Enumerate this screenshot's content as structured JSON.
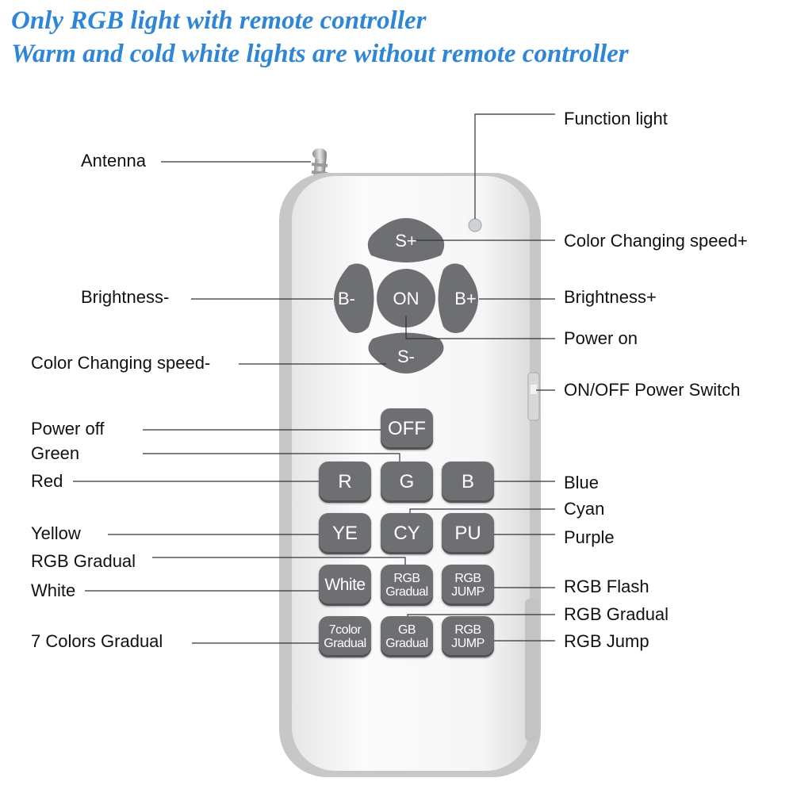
{
  "headings": {
    "line1": "Only RGB light with remote controller",
    "line2": "Warm and cold white lights are without remote controller"
  },
  "labels": {
    "antenna": "Antenna",
    "function_light": "Function light",
    "color_speed_plus": "Color Changing speed+",
    "brightness_minus": "Brightness-",
    "brightness_plus": "Brightness+",
    "power_on": "Power on",
    "color_speed_minus": "Color Changing speed-",
    "power_switch": "ON/OFF Power Switch",
    "power_off": "Power off",
    "green": "Green",
    "red": "Red",
    "blue": "Blue",
    "cyan": "Cyan",
    "yellow": "Yellow",
    "purple": "Purple",
    "rgb_gradual_left": "RGB Gradual",
    "white": "White",
    "rgb_flash": "RGB Flash",
    "rgb_gradual_right": "RGB Gradual",
    "seven_colors_gradual": "7 Colors Gradual",
    "rgb_jump": "RGB Jump"
  },
  "buttons": {
    "s_plus": "S+",
    "s_minus": "S-",
    "b_minus": "B-",
    "b_plus": "B+",
    "on": "ON",
    "off": "OFF",
    "r": "R",
    "g": "G",
    "b": "B",
    "ye": "YE",
    "cy": "CY",
    "pu": "PU",
    "white": "White",
    "rgb_gradual": [
      "RGB",
      "Gradual"
    ],
    "rgb_jump_1": [
      "RGB",
      "JUMP"
    ],
    "seven_color_gradual": [
      "7color",
      "Gradual"
    ],
    "gb_gradual": [
      "GB",
      "Gradual"
    ],
    "rgb_jump_2": [
      "RGB",
      "JUMP"
    ]
  },
  "colors": {
    "heading": "#2f86d6",
    "button": "#6d6f72",
    "body": "#f4f4f4",
    "frame": "#c7c7c7"
  }
}
